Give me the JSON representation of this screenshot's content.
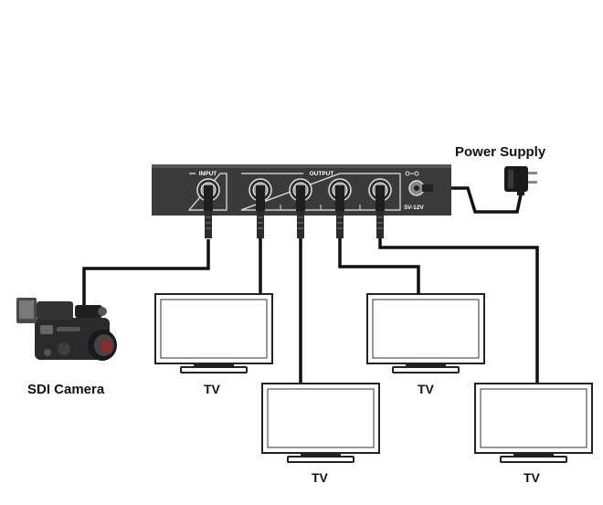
{
  "splitter": {
    "input_label": "INPUT",
    "output_label": "OUTPUT",
    "voltage_label": "5V-12V"
  },
  "power_supply": {
    "label": "Power Supply"
  },
  "camera": {
    "label": "SDI Camera"
  },
  "tvs": [
    {
      "label": "TV"
    },
    {
      "label": "TV"
    },
    {
      "label": "TV"
    },
    {
      "label": "TV"
    }
  ],
  "colors": {
    "device_body": "#3a3a3a",
    "cable": "#111111",
    "tv_frame": "#ffffff",
    "tv_border": "#222222"
  }
}
